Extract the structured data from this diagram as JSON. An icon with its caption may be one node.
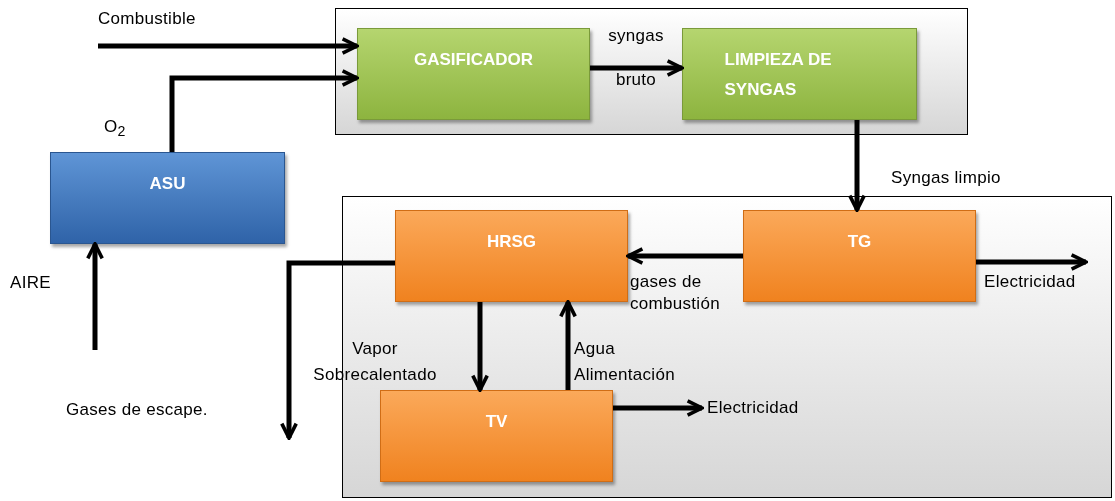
{
  "diagram": {
    "nodes": [
      {
        "text": [],
        "shape": "box"
      },
      {
        "text": [
          "GASIFICADOR"
        ],
        "in": 0
      },
      {
        "text": [
          "LIMPIEZA DE SYNGAS"
        ],
        "in": 0
      },
      {
        "text": [
          "ASU"
        ]
      },
      {
        "text": [],
        "shape": "box"
      },
      {
        "text": [
          "HRSG"
        ],
        "in": 4
      },
      {
        "text": [
          "TG"
        ],
        "in": 4
      },
      {
        "text": [
          "TV"
        ],
        "in": 4
      }
    ],
    "edges": [
      {
        "from": null,
        "to": 1,
        "arrow": "to",
        "label": "Combustible"
      },
      {
        "from": 3,
        "to": 1,
        "arrow": "to",
        "label": "O$_{2}$"
      },
      {
        "from": null,
        "to": 3,
        "arrow": "to",
        "label": "AIRE"
      },
      {
        "from": 1,
        "to": 2,
        "arrow": "to",
        "label": "syngas bruto"
      },
      {
        "from": 2,
        "to": 6,
        "arrow": "to",
        "label": "Syngas limpio"
      },
      {
        "from": 6,
        "to": 5,
        "arrow": "to",
        "label": "gases de combustión"
      },
      {
        "from": 5,
        "to": null,
        "arrow": "to",
        "label": "Gases de escape."
      },
      {
        "from": 6,
        "to": null,
        "arrow": "to",
        "label": "Electricidad"
      },
      {
        "from": 5,
        "to": 7,
        "arrow": "to",
        "label": "Vapor Sobrecalentado"
      },
      {
        "from": 7,
        "to": 5,
        "arrow": "to",
        "label": "Agua Alimentación"
      },
      {
        "from": 7,
        "to": null,
        "arrow": "to",
        "label": "Electricidad"
      }
    ]
  }
}
